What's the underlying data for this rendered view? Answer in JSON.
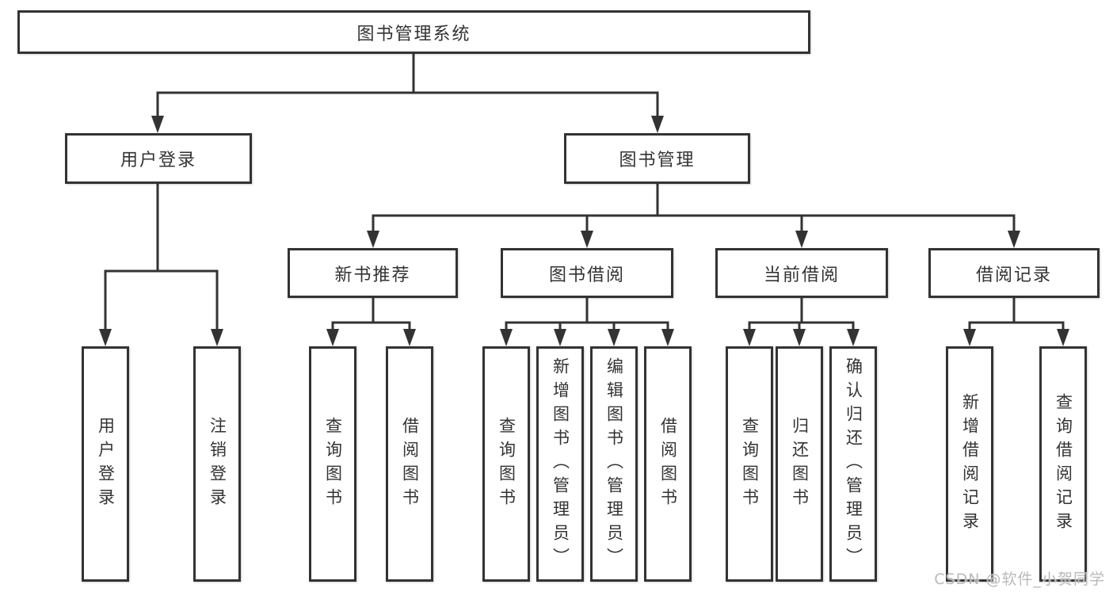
{
  "diagram_type": "hierarchy-tree",
  "tree": {
    "label": "图书管理系统",
    "children": [
      {
        "label": "用户登录",
        "children": [
          {
            "label": "用户登录"
          },
          {
            "label": "注销登录"
          }
        ]
      },
      {
        "label": "图书管理",
        "children": [
          {
            "label": "新书推荐",
            "children": [
              {
                "label": "查询图书"
              },
              {
                "label": "借阅图书"
              }
            ]
          },
          {
            "label": "图书借阅",
            "children": [
              {
                "label": "查询图书"
              },
              {
                "label": "新增图书（管理员）"
              },
              {
                "label": "编辑图书（管理员）"
              },
              {
                "label": "借阅图书"
              }
            ]
          },
          {
            "label": "当前借阅",
            "children": [
              {
                "label": "查询图书"
              },
              {
                "label": "归还图书"
              },
              {
                "label": "确认归还（管理员）"
              }
            ]
          },
          {
            "label": "借阅记录",
            "children": [
              {
                "label": "新增借阅记录"
              },
              {
                "label": "查询借阅记录"
              }
            ]
          }
        ]
      }
    ]
  },
  "watermark": {
    "text": "CSDN @软件_小贺同学",
    "color": "#b9b9b9"
  },
  "colors": {
    "line": "#333333",
    "box_border": "#333333",
    "text": "#333333",
    "background": "#ffffff"
  }
}
